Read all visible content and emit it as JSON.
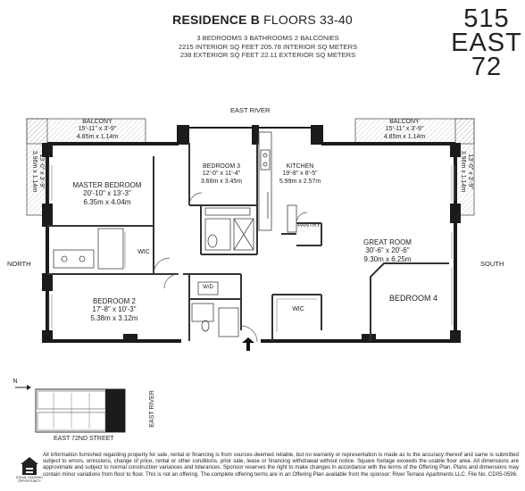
{
  "header": {
    "title_bold": "RESIDENCE B",
    "title_rest": "FLOORS 33-40",
    "spec_line1": "3 BEDROOMS   3 BATHROOMS   2 BALCONIES",
    "spec_line2": "2215 INTERIOR SQ FEET   205.78 INTERIOR SQ METERS",
    "spec_line3": "238 EXTERIOR SQ FEET   22.11 EXTERIOR SQ METERS"
  },
  "logo": {
    "line1": "515",
    "line2": "EAST",
    "line3": "72"
  },
  "compass": {
    "top": "EAST RIVER",
    "left": "NORTH",
    "right": "SOUTH"
  },
  "rooms": {
    "balcony_left": {
      "name": "BALCONY",
      "dim_ft": "15'-11\" x 3'-9\"",
      "dim_m": "4.85m x 1.14m",
      "side_ft": "13'-0\" x 3'-9\"",
      "side_m": "3.96m x 1.14m"
    },
    "balcony_right": {
      "name": "BALCONY",
      "dim_ft": "15'-11\" x 3'-9\"",
      "dim_m": "4.85m x 1.14m",
      "side_ft": "13'-0\" x 3'-9\"",
      "side_m": "3.96m x 1.14m"
    },
    "master": {
      "name": "MASTER BEDROOM",
      "dim_ft": "20'-10\" x 13'-3\"",
      "dim_m": "6.35m x 4.04m"
    },
    "bedroom3": {
      "name": "BEDROOM 3",
      "dim_ft": "12'-0\" x 11'-4\"",
      "dim_m": "3.66m x 3.45m"
    },
    "kitchen": {
      "name": "KITCHEN",
      "dim_ft": "19'-8\" x 8'-5\"",
      "dim_m": "5.99m x 2.57m"
    },
    "pantry": {
      "name": "PANTRY"
    },
    "great": {
      "name": "GREAT ROOM",
      "dim_ft": "30'-6\" x 20'-6\"",
      "dim_m": "9.30m x 6.25m"
    },
    "bedroom4": {
      "name": "BEDROOM 4"
    },
    "bedroom2": {
      "name": "BEDROOM 2",
      "dim_ft": "17'-8\" x 10'-3\"",
      "dim_m": "5.38m x 3.12m"
    },
    "wic1": {
      "name": "WIC"
    },
    "wic2": {
      "name": "WIC"
    },
    "wd": {
      "name": "W/D"
    }
  },
  "keyplan": {
    "street": "EAST 72ND STREET",
    "river": "EAST RIVER",
    "north": "N"
  },
  "disclaimer": "All information furnished regarding property for sale, rental or financing is from sources deemed reliable, but no warranty or representation is made as to the accuracy thereof and same is submitted subject to errors, omissions, change of price, rental or other conditions, prior sale, lease or financing withdrawal without notice. Square footage exceeds the usable floor area. All dimensions are approximate and subject to normal construction variances and tolerances. Sponsor reserves the right to make changes in accordance with the terms of the Offering Plan. Plans and dimensions may contain minor variations from floor to floor. This is not an offering. The complete offering terms are in an Offering Plan available from the sponsor: River Terrace Apartments LLC. File No. CD05-0596.",
  "housing_logo": "EQUAL HOUSING OPPORTUNITY",
  "colors": {
    "wall": "#1b1b1b",
    "line": "#333333",
    "hatch": "#999999"
  }
}
